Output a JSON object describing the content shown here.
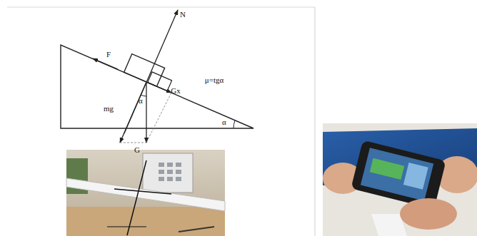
{
  "diagram": {
    "labels": [
      "N",
      "F",
      "μ=tgα",
      "Gx",
      "α",
      "mg",
      "α",
      "G"
    ]
  }
}
